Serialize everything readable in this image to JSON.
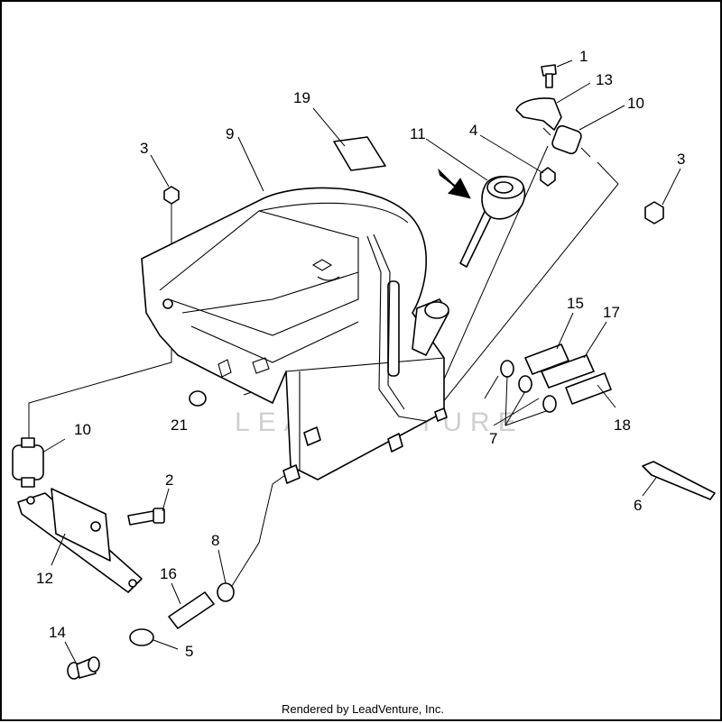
{
  "callouts": {
    "c1": "1",
    "c2": "2",
    "c3a": "3",
    "c3b": "3",
    "c4": "4",
    "c5": "5",
    "c6": "6",
    "c7": "7",
    "c8": "8",
    "c9": "9",
    "c10a": "10",
    "c10b": "10",
    "c11": "11",
    "c12": "12",
    "c13": "13",
    "c14": "14",
    "c15": "15",
    "c16": "16",
    "c17": "17",
    "c18": "18",
    "c19": "19",
    "c21": "21"
  },
  "watermark": "LEADVENTURE",
  "credit": "Rendered by LeadVenture, Inc.",
  "colors": {
    "ink": "#000000",
    "watermark": "#cfcfcf",
    "background": "#ffffff"
  },
  "icons": {
    "pointer": "arrow-icon"
  }
}
